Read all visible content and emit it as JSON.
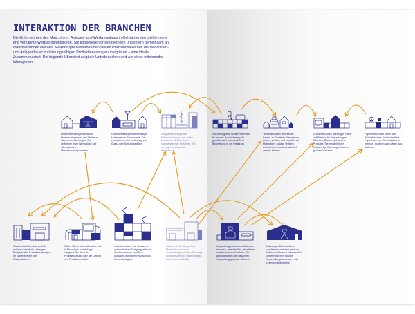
{
  "title": "INTERAKTION DER BRANCHEN",
  "intro": "Die Unternehmen des Maschinen-, Anlagen- und Werkzeugbaus in Ostwürttemberg bilden eine eng verzahnte Wertschöpfungskette. Sie kooperieren projektbezogen und liefern gemeinsam an Industriekunden weltweit. Werkzeugbauunternehmen stellen Präzisionsteile her, die Maschinen- und Anlagenbauer zu leistungsfähigen Produktionsanlagen integrieren – eine ideale Zusammenarbeit. Die folgende Übersicht zeigt die Unterbranchen und wie diese miteinander interagieren.",
  "colors": {
    "navy": "#2b2e8c",
    "arrow": "#e49a1c"
  },
  "top_row": [
    {
      "icon": "forming-tools-icon",
      "text": "Umformwerkzeuge werden in Pressen eingesetzt, um Bleche zu stanzen und zu biegen. Sie verformen feste Werkstücke kalt oder warm zu Maschinenkomponenten."
    },
    {
      "icon": "primary-forming-tools-icon",
      "text": "Urformwerkzeuge füllen flüssige Materialien in Formen aus. Sie ermöglichen die Herstellung von Guss- oder Spritzgussteilen."
    },
    {
      "icon": "cutting-tools-icon",
      "text": "Zerspanwerkzeuge wie Präzisionsbohrer oder -fräser bearbeiten Metalle durch spanabhebende Verfahren. Sie erzeugen hochgenaue Werkstücke."
    },
    {
      "icon": "fixture-construction-icon",
      "text": "Vorrichtungsbau schafft Hilfsmittel für präzise Positionierung. Er gewährleistet prozesssichere Bearbeitung in der Fertigung."
    },
    {
      "icon": "textile-machines-icon",
      "text": "Textilmaschinen verarbeiten Fasern zu Geweben. Sie spinnen, weben, stricken und veredeln die Materialien, sodass Textilien anschließend weiterverarbeitet werden können."
    },
    {
      "icon": "printing-machines-icon",
      "text": "Druckmaschinen übertragen Farbe auf Flächen für Verpackungen, Etiketten, Bücher und weitere Produkte. Sie gewährleisten hochwertige Druckergebnisse in großem Maßstab."
    },
    {
      "icon": "paper-machines-icon",
      "text": "Papiermaschinen stellen aus Zellstoffbrei eine kontinuierliche Papierbahn her. Sie entwässern, pressen, trocknen und glätten das Material."
    }
  ],
  "bottom_row": [
    {
      "icon": "special-machinery-icon",
      "text": "Sondermaschinenbau erstellt maßgeschneiderte Lösungen. Beispiele sind Produktionsanlagen für Batteriezellen oder Wasserturbinen."
    },
    {
      "icon": "hvac-icon",
      "text": "Kälte-, Klima- und Lufttechnik wird in Maschinen und Anlagen integriert. Sie dient der Prozesskühlung oder der Lüftung von Produktionshallen."
    },
    {
      "icon": "industrial-robots-icon",
      "text": "Industrieroboter, wie Greifarme, automatisieren Fertigungsabläufe. Sie übernehmen repetitive Aufgaben mit hoher Präzision und Geschwindigkeit."
    },
    {
      "icon": "conveyor-technology-icon",
      "text": "Fördertechnik transportiert Materialien zwischen Verarbeitungsschritten. Sie sorgt für kontinuierliche Materialflüsse und Prozessstabilität."
    },
    {
      "icon": "packaging-machines-icon",
      "text": "Verpackungsmaschinen füllen ab, dosieren, verschließen, etikettieren und kartonieren Produkte. Sie automatisieren den gesamten Verpackungsprozess effizient."
    },
    {
      "icon": "food-machines-icon",
      "text": "Nahrungsmittelmaschinen zerkleinern, mischen, erhitzen, kühlen und formen Lebensmittel. Sie ermöglichen präzise Verarbeitungsprozesse in der Lebensmittelindustrie."
    }
  ]
}
